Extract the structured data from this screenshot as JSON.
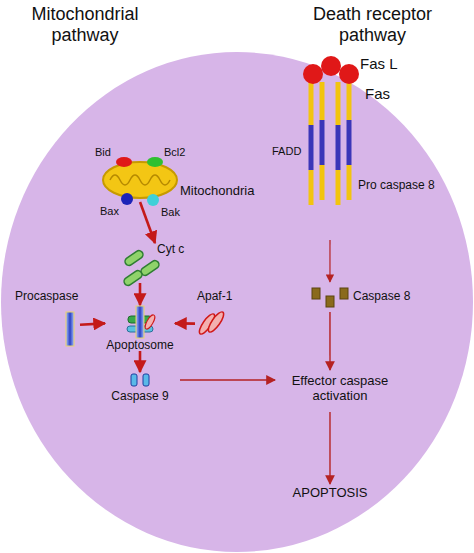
{
  "diagram": {
    "nodes": [
      {
        "text": [
          "Mitochondria"
        ]
      },
      {
        "text": [
          "Cyt c"
        ]
      },
      {
        "text": [
          "Procaspase"
        ]
      },
      {
        "text": [
          "Apaf-1"
        ]
      },
      {
        "text": [
          "Apoptosome"
        ]
      },
      {
        "text": [
          "Caspase 9"
        ]
      },
      {
        "text": [
          "Fas L",
          "Fas",
          "FADD",
          "Pro caspase 8"
        ]
      },
      {
        "text": [
          "Caspase 8"
        ]
      },
      {
        "text": [
          "Effector caspase activation"
        ]
      },
      {
        "text": [
          "APOPTOSIS"
        ]
      }
    ],
    "edges": [
      {
        "from": 0,
        "to": 1,
        "arrow": "to"
      },
      {
        "from": 1,
        "to": 4,
        "arrow": "to"
      },
      {
        "from": 2,
        "to": 4,
        "arrow": "to"
      },
      {
        "from": 3,
        "to": 4,
        "arrow": "to"
      },
      {
        "from": 4,
        "to": 5,
        "arrow": "to"
      },
      {
        "from": 5,
        "to": 8,
        "arrow": "to"
      },
      {
        "from": 6,
        "to": 7,
        "arrow": "to"
      },
      {
        "from": 7,
        "to": 8,
        "arrow": "to"
      },
      {
        "from": 8,
        "to": 9,
        "arrow": "to"
      }
    ],
    "labels": [
      "Mitochondrial pathway",
      "Death receptor pathway",
      "Bid",
      "Bcl2",
      "Bax",
      "Bak"
    ]
  }
}
